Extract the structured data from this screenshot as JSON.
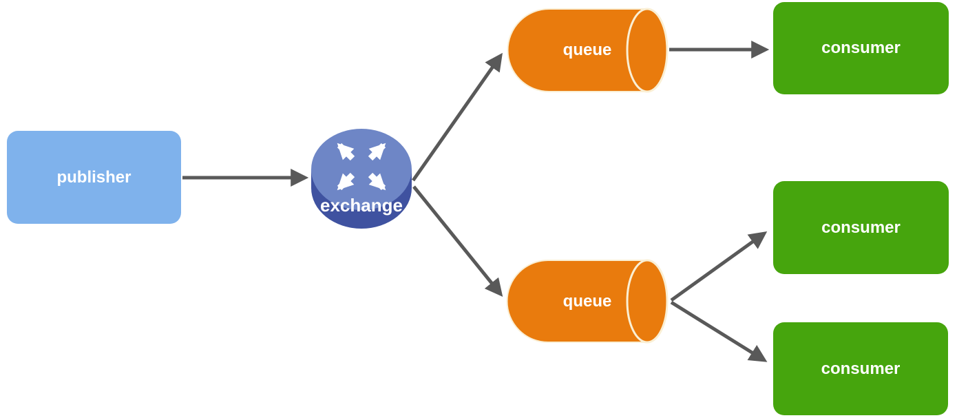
{
  "diagram": {
    "type": "flow-diagram",
    "topic": "message broker routing",
    "nodes": {
      "publisher": {
        "label": "publisher",
        "shape": "rounded-rectangle",
        "fill": "#7FB2EC"
      },
      "exchange": {
        "label": "exchange",
        "shape": "router-cylinder",
        "icon": "crossed-arrows-icon",
        "top_fill": "#6E86C6",
        "side_fill": "#3F52A0"
      },
      "queue_top": {
        "label": "queue",
        "shape": "horizontal-cylinder",
        "fill": "#E97B0D"
      },
      "queue_bottom": {
        "label": "queue",
        "shape": "horizontal-cylinder",
        "fill": "#E97B0D"
      },
      "consumer_top": {
        "label": "consumer",
        "shape": "rounded-rectangle",
        "fill": "#46A50D"
      },
      "consumer_middle": {
        "label": "consumer",
        "shape": "rounded-rectangle",
        "fill": "#46A50D"
      },
      "consumer_bottom": {
        "label": "consumer",
        "shape": "rounded-rectangle",
        "fill": "#46A50D"
      }
    },
    "edges": [
      {
        "from": "publisher",
        "to": "exchange"
      },
      {
        "from": "exchange",
        "to": "queue_top"
      },
      {
        "from": "exchange",
        "to": "queue_bottom"
      },
      {
        "from": "queue_top",
        "to": "consumer_top"
      },
      {
        "from": "queue_bottom",
        "to": "consumer_middle"
      },
      {
        "from": "queue_bottom",
        "to": "consumer_bottom"
      }
    ]
  },
  "colors": {
    "publisher_fill": "#7FB2EC",
    "queue_fill": "#E97B0D",
    "consumer_fill": "#46A50D",
    "exchange_top_fill": "#6E86C6",
    "exchange_side_fill": "#3F52A0",
    "arrow_color": "#595959",
    "queue_cap_stroke": "#FAEFD4",
    "node_text_color": "#FFFFFF",
    "background": "#FFFFFF"
  }
}
